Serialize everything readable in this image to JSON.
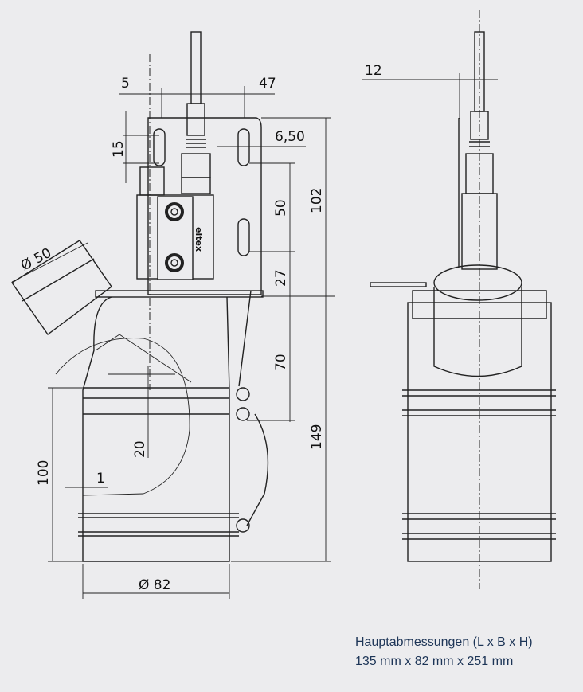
{
  "drawing": {
    "front_view": {
      "dimensions": {
        "left_offset": "5",
        "hole_spacing": "47",
        "slot_length": "15",
        "slot_width": "6,50",
        "slot_distance": "50",
        "bracket_height": "102",
        "bracket_bottom": "27",
        "clamp_distance": "70",
        "body_height": "149",
        "wall_offset": "20",
        "pipe_length": "100",
        "wall_thickness": "1",
        "inlet_diameter": "Ø 50",
        "body_diameter": "Ø 82"
      },
      "brand_logo": "eltex"
    },
    "side_view": {
      "dimensions": {
        "bracket_thickness": "12"
      }
    }
  },
  "caption": {
    "title": "Hauptabmessungen (L x  B x H)",
    "values": "135 mm x 82 mm x 251 mm"
  }
}
